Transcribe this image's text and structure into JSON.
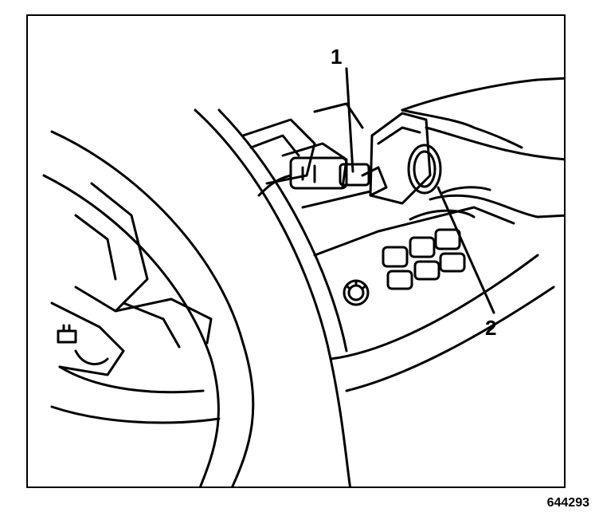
{
  "figure": {
    "callouts": [
      {
        "label": "1"
      },
      {
        "label": "2"
      }
    ],
    "figure_number": "644293"
  },
  "colors": {
    "line": "#000000",
    "background": "#ffffff"
  }
}
